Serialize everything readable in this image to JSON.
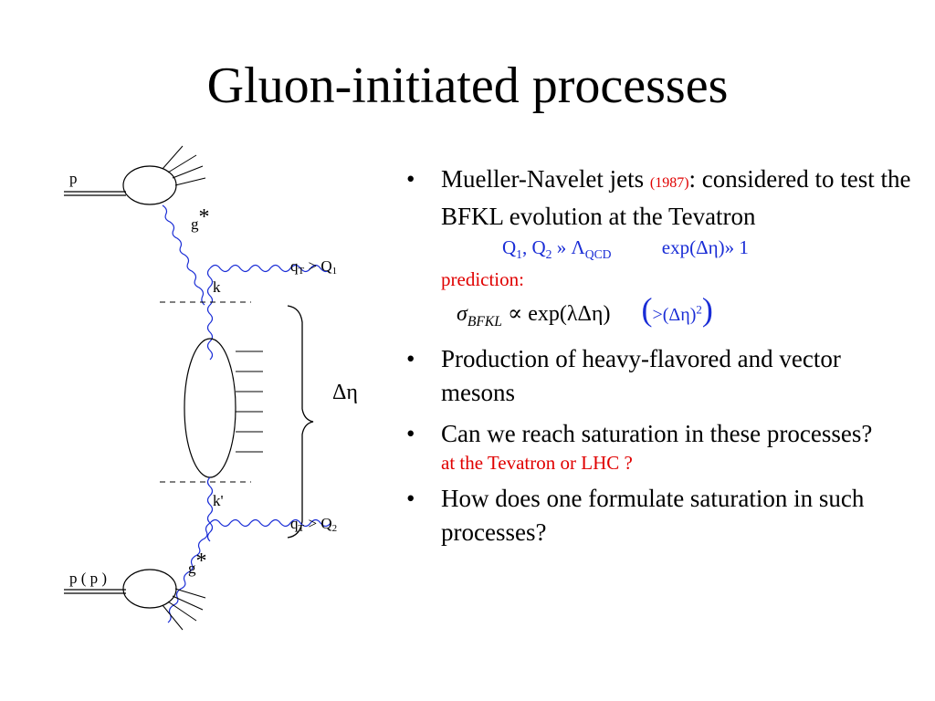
{
  "title": "Gluon-initiated processes",
  "diagram": {
    "p_top": "p",
    "g_top": "g",
    "star": "*",
    "qT": "q",
    "qT_sub": "T",
    "gt_Q1": "> Q",
    "Q1_sub": "1",
    "k": "k",
    "delta_eta": "Δη",
    "k_prime": "k",
    "prime": "'",
    "gt_Q2": "> Q",
    "Q2_sub": "2",
    "g_bottom": "g",
    "p_bottom": "p ( p )"
  },
  "bullets": {
    "b1_text": "Mueller-Navelet jets ",
    "b1_year": "(1987)",
    "b1_rest": ": considered to test the BFKL evolution at the Tevatron",
    "b1_scale": "Q",
    "b1_scale_sub1": "1",
    "b1_scale_mid": ", Q",
    "b1_scale_sub2": "2",
    "b1_scale_rel": " » Λ",
    "b1_scale_sub3": "QCD",
    "b1_exp": "exp(Δη)» 1",
    "b1_prediction": "prediction:",
    "formula_sigma": "σ",
    "formula_sub": "BFKL",
    "formula_rest": " ∝ exp(λΔη)",
    "paren_open": "(",
    "paren_inner": ">(Δη)",
    "paren_sup": "2",
    "paren_close": ")",
    "b2": "Production of heavy-flavored and vector mesons",
    "b3": "Can we reach saturation in these processes?",
    "b3_note": "at the Tevatron or LHC ?",
    "b4": "How does one formulate saturation in such processes?",
    "marker": "•"
  },
  "colors": {
    "blue": "#1a2dd6",
    "red": "#e00000"
  }
}
